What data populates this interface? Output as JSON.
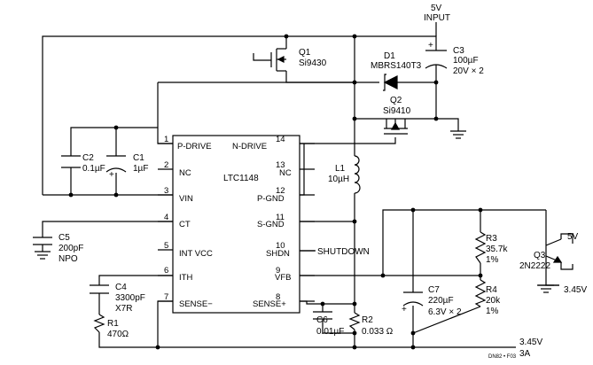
{
  "supply": {
    "voltage": "5V",
    "label": "INPUT"
  },
  "ic": {
    "name": "LTC1148",
    "left_pins": [
      {
        "num": "1",
        "name": "P-DRIVE"
      },
      {
        "num": "2",
        "name": "NC"
      },
      {
        "num": "3",
        "name": "VIN"
      },
      {
        "num": "4",
        "name": "CT"
      },
      {
        "num": "5",
        "name": "INT VCC"
      },
      {
        "num": "6",
        "name": "ITH"
      },
      {
        "num": "7",
        "name": "SENSE−"
      }
    ],
    "right_pins": [
      {
        "num": "14",
        "name": "N-DRIVE"
      },
      {
        "num": "13",
        "name": "NC"
      },
      {
        "num": "12",
        "name": "P-GND"
      },
      {
        "num": "11",
        "name": "S-GND"
      },
      {
        "num": "10",
        "name": "SHDN"
      },
      {
        "num": "9",
        "name": "VFB"
      },
      {
        "num": "8",
        "name": "SENSE+"
      }
    ]
  },
  "components": {
    "q1": {
      "ref": "Q1",
      "part": "Si9430"
    },
    "d1": {
      "ref": "D1",
      "part": "MBRS140T3"
    },
    "c3": {
      "ref": "C3",
      "value": "100µF",
      "rating": "20V × 2"
    },
    "q2": {
      "ref": "Q2",
      "part": "Si9410"
    },
    "c2": {
      "ref": "C2",
      "value": "0.1µF"
    },
    "c1": {
      "ref": "C1",
      "value": "1µF"
    },
    "l1": {
      "ref": "L1",
      "value": "10µH"
    },
    "c5": {
      "ref": "C5",
      "value": "200pF",
      "dielectric": "NPO"
    },
    "c4": {
      "ref": "C4",
      "value": "3300pF",
      "dielectric": "X7R"
    },
    "r1": {
      "ref": "R1",
      "value": "470Ω"
    },
    "c6": {
      "ref": "C6",
      "value": "0.01µF"
    },
    "r2": {
      "ref": "R2",
      "value": "0.033 Ω"
    },
    "r3": {
      "ref": "R3",
      "value": "35.7k",
      "tolerance": "1%"
    },
    "r4": {
      "ref": "R4",
      "value": "20k",
      "tolerance": "1%"
    },
    "c7": {
      "ref": "C7",
      "value": "220µF",
      "rating": "6.3V × 2"
    },
    "q3": {
      "ref": "Q3",
      "part": "2N2222",
      "collector": "5V",
      "emitter": "3.45V"
    }
  },
  "labels": {
    "shutdown": "SHUTDOWN",
    "output_voltage": "3.45V",
    "output_current": "3A",
    "figure_id": "DN82 • F03",
    "plus": "+"
  }
}
